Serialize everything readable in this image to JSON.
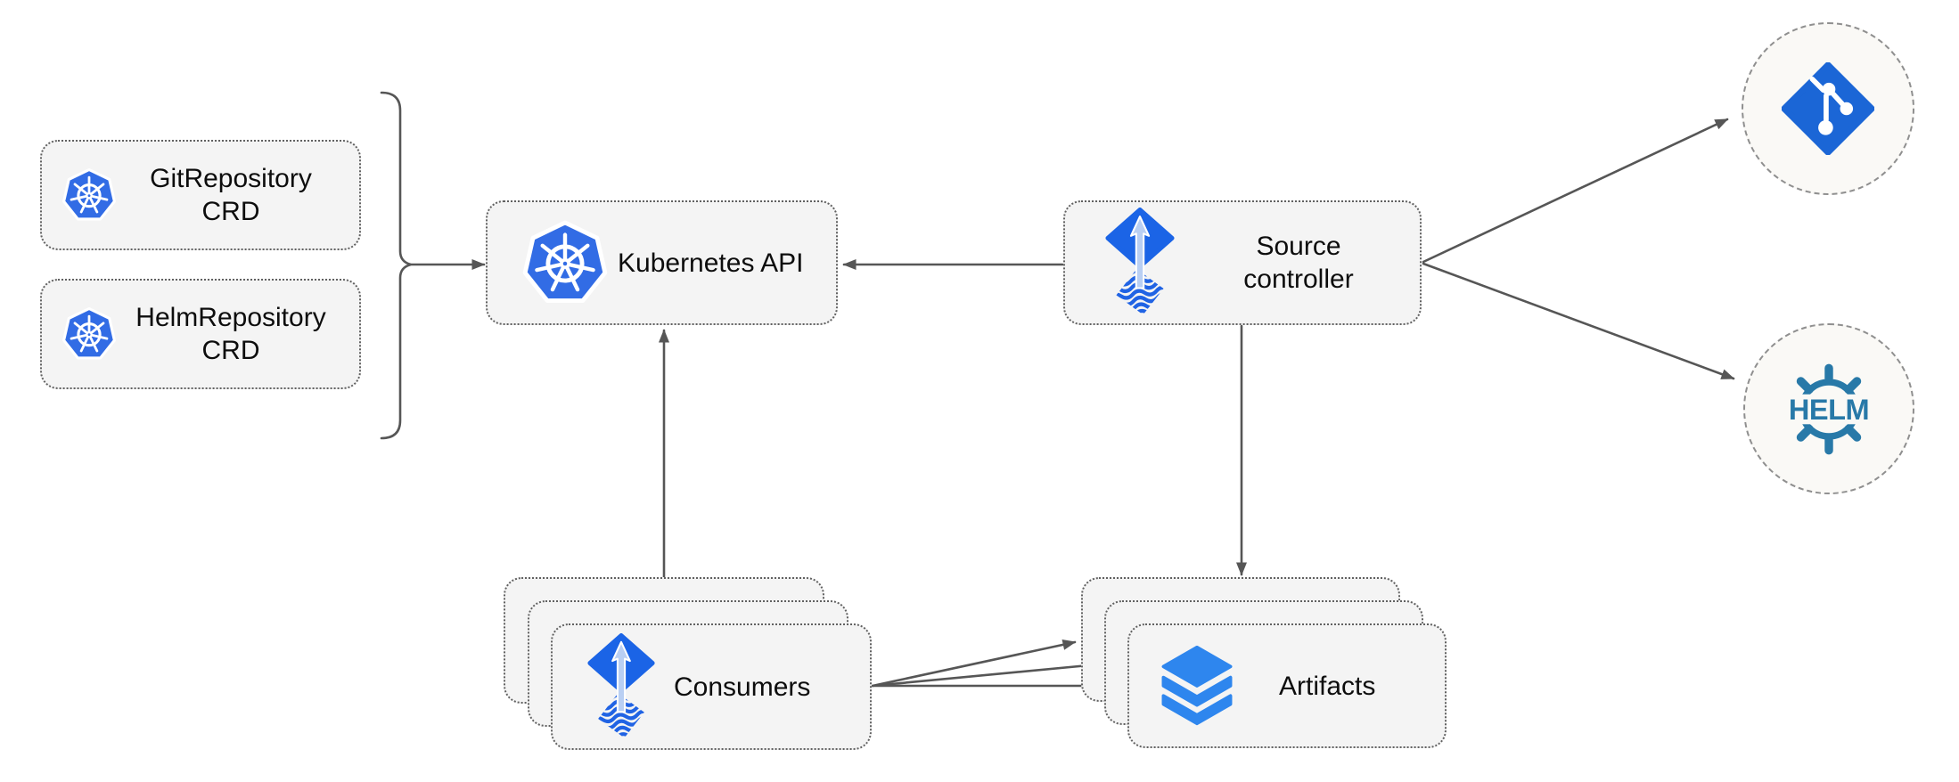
{
  "nodes": {
    "gitrepo_crd": {
      "line1": "GitRepository",
      "line2": "CRD"
    },
    "helmrepo_crd": {
      "line1": "HelmRepository",
      "line2": "CRD"
    },
    "kubernetes_api": {
      "label": "Kubernetes API"
    },
    "source_controller": {
      "line1": "Source",
      "line2": "controller"
    },
    "consumers": {
      "label": "Consumers"
    },
    "artifacts": {
      "label": "Artifacts"
    },
    "helm_logo_text": "HELM"
  },
  "icons": {
    "kubernetes_icon": "heptagon-ship-wheel",
    "flux_icon": "blue-diamond-up-arrow-over-waves",
    "layers_icon": "three-stacked-blue-layers",
    "git_icon": "git-branch-in-rotated-blue-square",
    "helm_icon": "teal-ship-wheel-with-helm-wordmark"
  },
  "colors": {
    "kubernetes_blue": "#326CE5",
    "flux_diamond_blue": "#1B64E6",
    "flux_wave_blue": "#2063E4",
    "flux_arrow_light_blue": "#B9CFF3",
    "layers_blue": "#2E86EE",
    "git_blue": "#1B66D6",
    "helm_teal": "#2879A8",
    "box_fill": "#F4F4F4",
    "box_border": "#616161",
    "circle_fill": "#FAF9F6",
    "circle_border": "#8F8F8F",
    "connector_gray": "#565656",
    "text_black": "#0D0D0D"
  },
  "edges": [
    {
      "from": "gitrepository-crd + helmrepository-crd (brace)",
      "to": "kubernetes-api"
    },
    {
      "from": "source-controller",
      "to": "kubernetes-api"
    },
    {
      "from": "consumers",
      "to": "kubernetes-api"
    },
    {
      "from": "source-controller",
      "to": "git-remote"
    },
    {
      "from": "source-controller",
      "to": "helm-remote"
    },
    {
      "from": "source-controller",
      "to": "artifacts"
    },
    {
      "from": "consumers",
      "to": "artifacts",
      "count": 3
    }
  ]
}
